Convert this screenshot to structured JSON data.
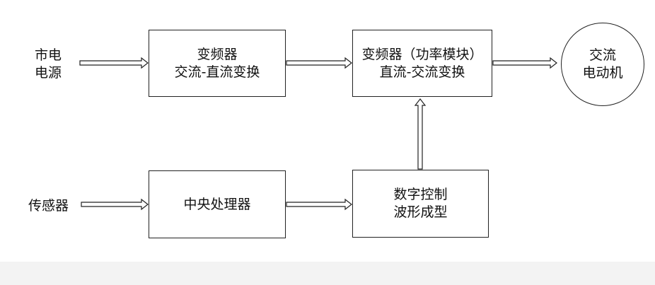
{
  "inputs": {
    "mains": [
      "市电",
      "电源"
    ],
    "sensor": "传感器"
  },
  "nodes": {
    "converter_acdc": [
      "变频器",
      "交流-直流变换"
    ],
    "converter_dcac": [
      "变频器（功率模块）",
      "直流-交流变换"
    ],
    "motor": [
      "交流",
      "电动机"
    ],
    "cpu": "中央处理器",
    "digital_control": [
      "数字控制",
      "波形成型"
    ]
  },
  "edges": [
    {
      "from": "市电电源",
      "to": "变频器 交流-直流变换"
    },
    {
      "from": "变频器 交流-直流变换",
      "to": "变频器（功率模块） 直流-交流变换"
    },
    {
      "from": "变频器（功率模块） 直流-交流变换",
      "to": "交流 电动机"
    },
    {
      "from": "传感器",
      "to": "中央处理器"
    },
    {
      "from": "中央处理器",
      "to": "数字控制 波形成型"
    },
    {
      "from": "数字控制 波形成型",
      "to": "变频器（功率模块） 直流-交流变换"
    }
  ],
  "style": {
    "line_color": "#222222",
    "background": "#ffffff",
    "footer_background": "#f3f3f3"
  }
}
